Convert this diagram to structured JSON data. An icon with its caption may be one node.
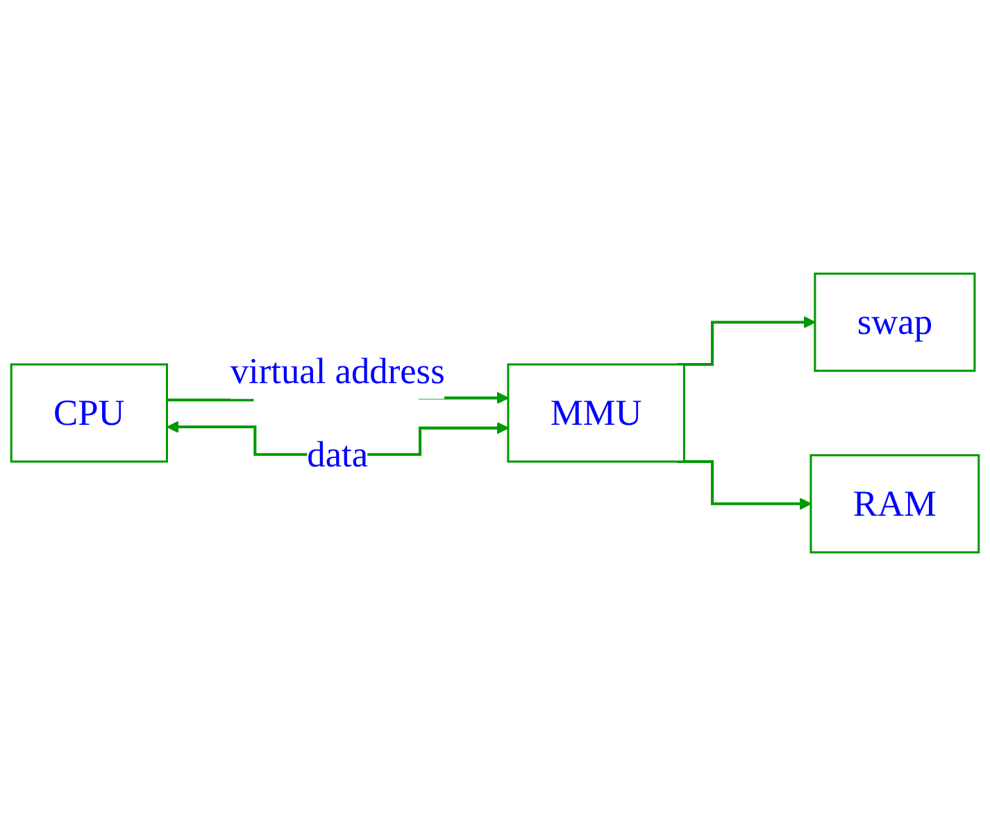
{
  "diagram": {
    "nodes": [
      {
        "text": [
          "CPU"
        ]
      },
      {
        "text": [
          "MMU"
        ]
      },
      {
        "text": [
          "swap"
        ]
      },
      {
        "text": [
          "RAM"
        ]
      }
    ],
    "edges": [
      {
        "from": 0,
        "to": 1,
        "arrow": "to",
        "label": "virtual address"
      },
      {
        "from": 0,
        "to": 1,
        "arrow": "both",
        "label": "data"
      },
      {
        "from": 1,
        "to": 2,
        "arrow": "to"
      },
      {
        "from": 1,
        "to": 3,
        "arrow": "to"
      }
    ]
  }
}
